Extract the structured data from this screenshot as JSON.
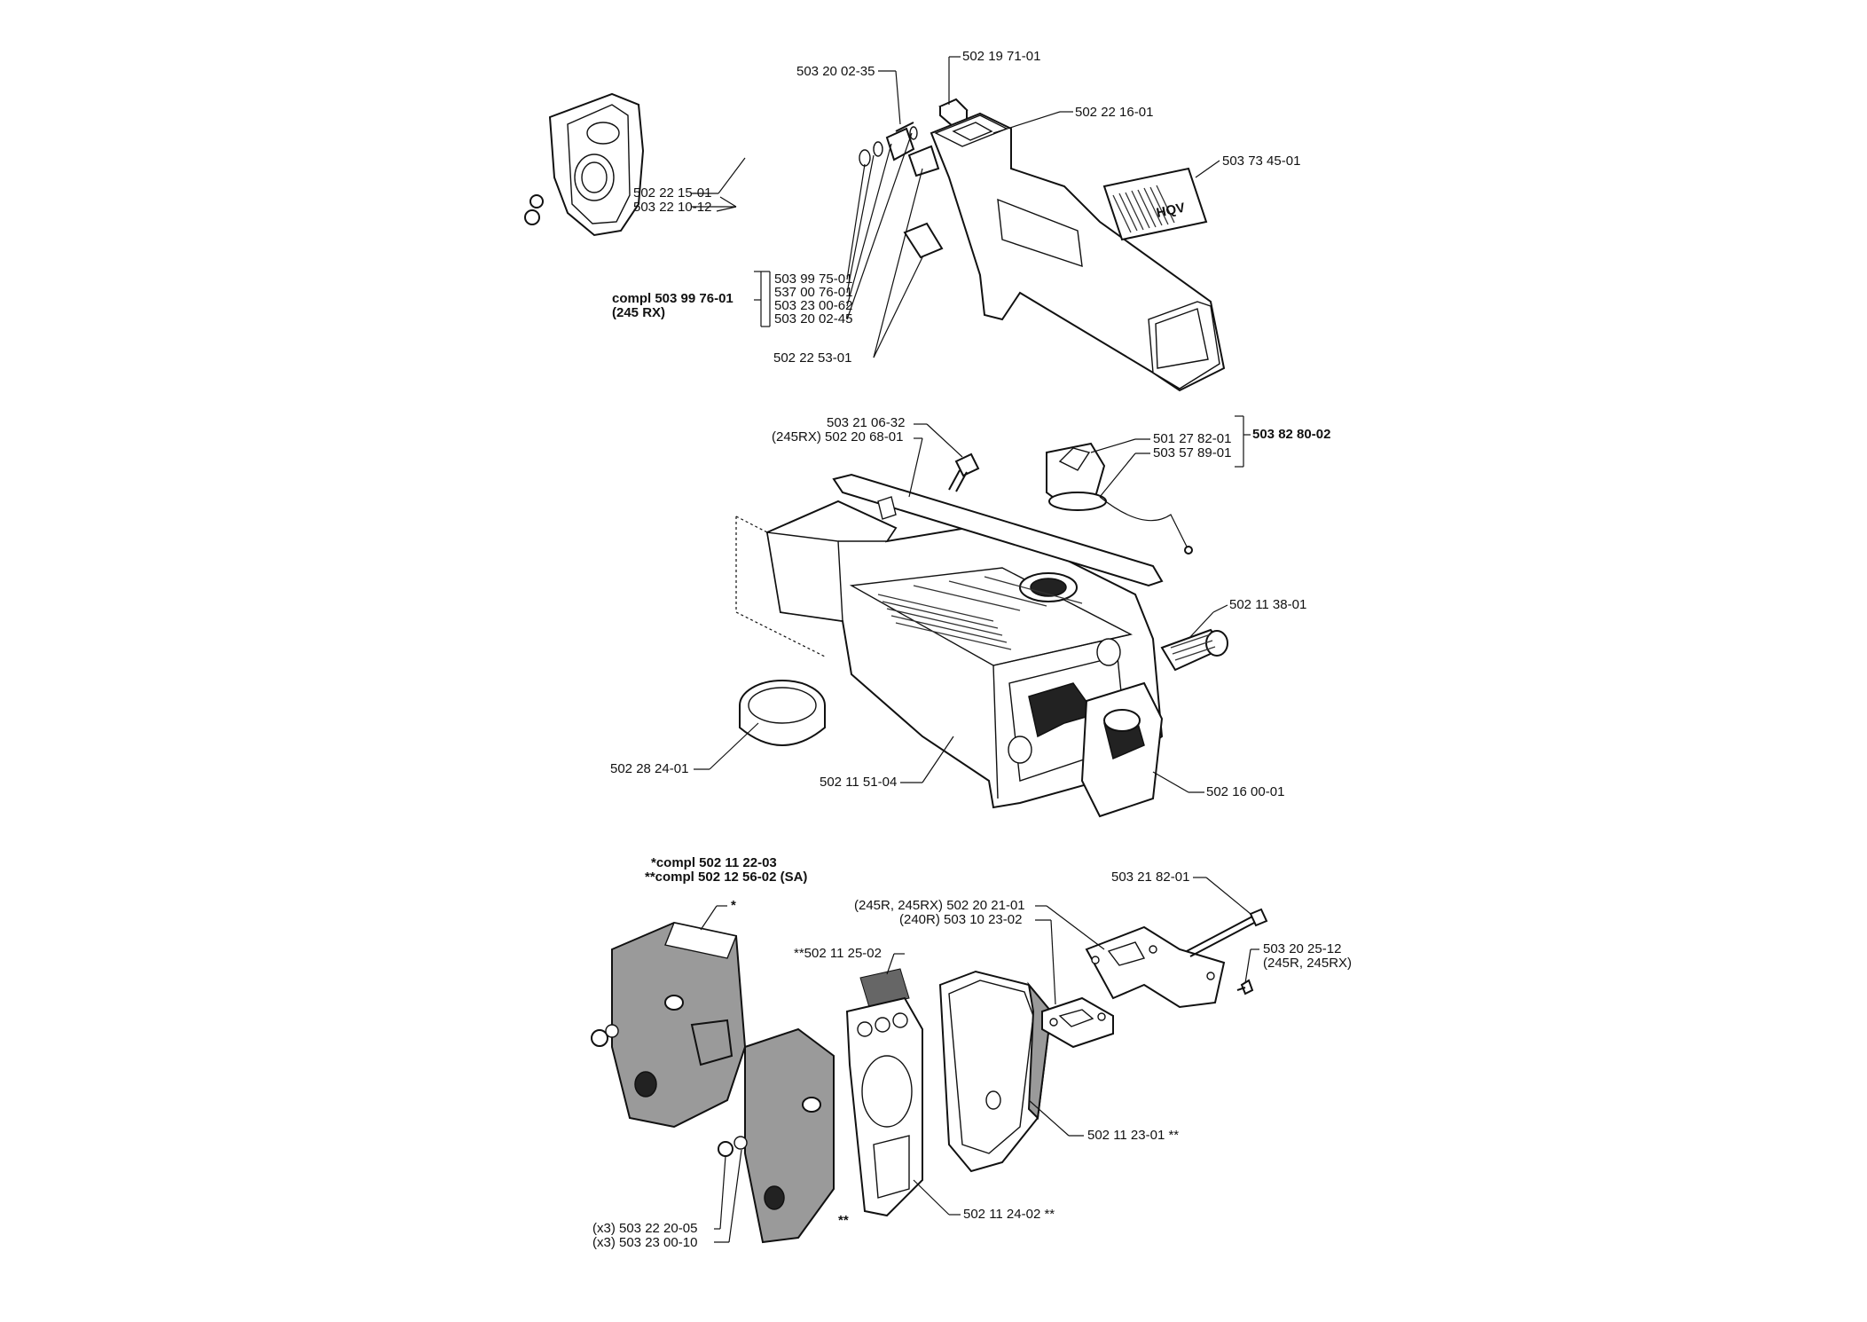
{
  "labels": {
    "top": {
      "l_503200235": "503 20 02-35",
      "l_502197101": "502 19 71-01",
      "l_502221601": "502 22 16-01",
      "l_503734501": "503 73 45-01",
      "l_502221501": "502 22 15-01",
      "l_503221012": "503 22 10-12",
      "l_503997501": "503 99 75-01",
      "l_537007601": "537 00 76-01",
      "l_503230062": "503 23 00-62",
      "l_503200245": "503 20 02-45",
      "l_502225301": "502 22 53-01",
      "compl_line1": "compl 503 99 76-01",
      "compl_line2": "(245 RX)"
    },
    "middle": {
      "l_503210632": "503 21 06-32",
      "l_502206801": "(245RX) 502 20 68-01",
      "l_501278201": "501 27 82-01",
      "l_503578901": "503 57 89-01",
      "l_503828002": "503 82 80-02",
      "l_502113801": "502 11 38-01",
      "l_502282401": "502 28 24-01",
      "l_502115104": "502 11 51-04",
      "l_502160001": "502 16 00-01"
    },
    "bottom": {
      "compl1": "*compl 502 11 22-03",
      "compl2": "**compl 502 12 56-02 (SA)",
      "star": "*",
      "l_502112502": "**502 11 25-02",
      "l_502202101": "(245R, 245RX) 502 20 21-01",
      "l_503102302": "(240R) 503 10 23-02",
      "l_503218201": "503 21 82-01",
      "l_503202512a": "503 20 25-12",
      "l_503202512b": "(245R, 245RX)",
      "l_502112301": "502 11 23-01 **",
      "l_502112402": "502 11 24-02 **",
      "dstar": "**",
      "l_503222005": "(x3) 503 22 20-05",
      "l_503230010": "(x3) 503 23 00-10"
    }
  },
  "decal_text": "HQV"
}
